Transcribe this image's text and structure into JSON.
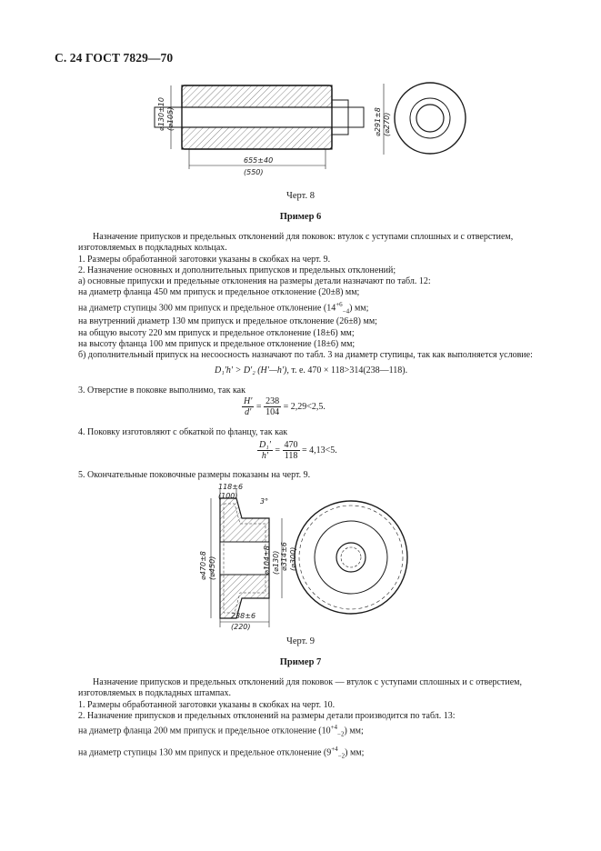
{
  "header": "С. 24 ГОСТ 7829—70",
  "fig8": {
    "dim_outer_d": "⌀130±10",
    "dim_outer_d_paren": "(⌀105)",
    "dim_length": "655±40",
    "dim_length_paren": "(550)",
    "dim_circle_d": "⌀291±8",
    "dim_circle_d_paren": "(⌀270)",
    "caption": "Черт. 8"
  },
  "example6": {
    "title": "Пример 6",
    "p_intro": "Назначение припусков и предельных отклонений для поковок: втулок с уступами сплошных и с отверстием, изготовляемых в подкладных кольцах.",
    "p1": "1. Размеры обработанной заготовки указаны в скобках на черт. 9.",
    "p2": "2. Назначение основных и дополнительных припусков и предельных отклонений;",
    "pa": "а) основные припуски и предельные отклонения на размеры детали назначают по табл. 12:",
    "l1": "на диаметр фланца 450 мм припуск и предельное отклонение (20±8) мм;",
    "l2": "на диаметр ступицы 300 мм припуск и предельное отклонение (14",
    "l2_sup": "+6",
    "l2_sub": "−4",
    "l2_end": ") мм;",
    "l3": "на внутренний диаметр 130 мм припуск и предельное отклонение (26±8) мм;",
    "l4": "на общую высоту 220 мм припуск и предельное отклонение (18±6) мм;",
    "l5": "на высоту фланца 100 мм припуск и предельное отклонение (18±6) мм;",
    "pb": "б) дополнительный припуск на несоосность назначают по табл. 3 на диаметр ступицы, так как выполняется условие:",
    "formula1_left": "D₁′h′ > D′₂ (H′—h′),",
    "formula1_right": "т. е. 470 × 118>314(238—118).",
    "p3": "3. Отверстие в поковке выполнимо, так как",
    "f2_num": "H′",
    "f2_den": "d′",
    "f2_num2": "238",
    "f2_den2": "104",
    "f2_tail": "= 2,29<2,5.",
    "p4": "4. Поковку изготовляют с обкаткой по фланцу, так как",
    "f3_num": "D₁′",
    "f3_den": "h′",
    "f3_num2": "470",
    "f3_den2": "118",
    "f3_tail": "= 4,13<5.",
    "p5": "5. Окончательные поковочные размеры показаны на черт. 9."
  },
  "fig9": {
    "dim_top": "118±6",
    "dim_top_paren": "(100)",
    "angle": "3°",
    "dim_left": "⌀470±8",
    "dim_left_paren": "(⌀450)",
    "dim_bore": "⌀104±8",
    "dim_bore_paren": "(⌀130)",
    "dim_hub": "⌀314±6",
    "dim_hub_paren": "(⌀300)",
    "dim_bottom": "238±6",
    "dim_bottom_paren": "(220)",
    "caption": "Черт. 9"
  },
  "example7": {
    "title": "Пример 7",
    "p_intro": "Назначение припусков и предельных отклонений для поковок — втулок с уступами сплошных и с отверстием, изготовляемых в подкладных штампах.",
    "p1": "1. Размеры обработанной заготовки указаны в скобках на черт. 10.",
    "p2": "2. Назначение припусков и предельных отклонений на размеры детали производится по табл. 13:",
    "l1": "на диаметр фланца 200 мм припуск и предельное отклонение (10",
    "l1_sup": "+4",
    "l1_sub": "−2",
    "l1_end": ") мм;",
    "l2": "на диаметр ступицы 130 мм припуск и предельное отклонение (9",
    "l2_sup": "+4",
    "l2_sub": "−2",
    "l2_end": ") мм;"
  }
}
